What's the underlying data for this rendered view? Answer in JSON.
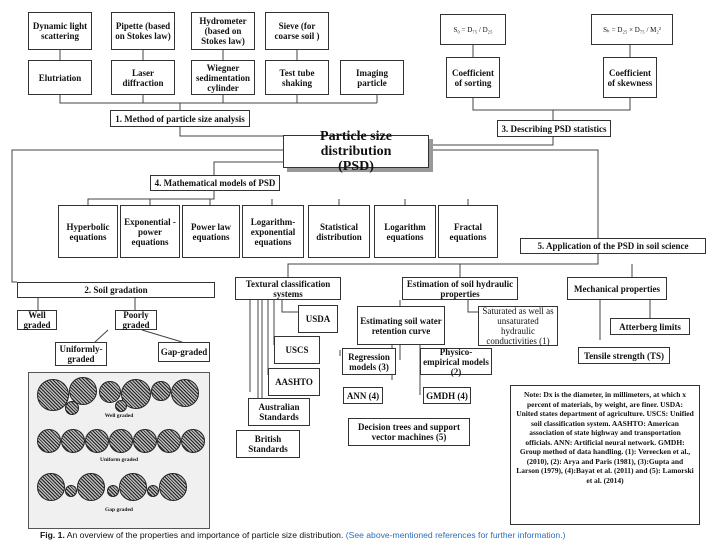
{
  "title": "Particle size distribution\n(PSD)",
  "methods": {
    "header": "1. Method of particle size analysis",
    "top_labels": [
      "Dynamic light scattering",
      "Pipette (based on Stokes law)",
      "Hydrometer (based on Stokes law)",
      "Sieve (for coarse soil )"
    ],
    "items": [
      "Elutriation",
      "Laser diffraction",
      "Wiegner sedimentation cylinder",
      "Test tube shaking",
      "Imaging particle"
    ]
  },
  "stats": {
    "header": "3. Describing PSD statistics",
    "sorting_formula": "S₀ = D₇₅ / D₂₅",
    "skewness_formula": "Sₖ = D₂₅ × D₇₅ / M₂²",
    "sorting_label": "Coefficient of sorting",
    "skewness_label": "Coefficient of skewness"
  },
  "models": {
    "header": "4. Mathematical models of PSD",
    "items": [
      "Hyperbolic equations",
      "Exponential -power equations",
      "Power law equations",
      "Logarithm-exponential equations",
      "Statistical distribution",
      "Logarithm equations",
      "Fractal equations"
    ]
  },
  "gradation": {
    "header": "2. Soil gradation",
    "well": "Well graded",
    "poorly": "Poorly graded",
    "uniform": "Uniformly-graded",
    "gap": "Gap-graded",
    "img_labels": [
      "Well graded",
      "Uniform graded",
      "Gap graded"
    ]
  },
  "application": {
    "header": "5. Application of the PSD in soil science",
    "textural": "Textural classification systems",
    "textural_items": [
      "USDA",
      "USCS",
      "AASHTO",
      "Australian Standards",
      "British Standards"
    ],
    "hydraulic": "Estimation of soil hydraulic properties",
    "saturated": "Saturated as well as unsaturated hydraulic conductivities (1)",
    "retention": "Estimating soil water retention curve",
    "retention_items": [
      "Regression models (3)",
      "Physico-empirical models (2)",
      "ANN (4)",
      "GMDH (4)",
      "Decision trees and support vector machines (5)"
    ],
    "mechanical": "Mechanical properties",
    "atterberg": "Atterberg limits",
    "tensile": "Tensile strength (TS)"
  },
  "note": "Note: Dx is the diameter, in millimeters, at which x percent of materials, by weight, are finer. USDA: United states department of agriculture. USCS: Unified soil classification system. AASHTO: American association of state highway and transportation officials. ANN: Artificial neural network. GMDH: Group method of data handling. (1): Vereecken et al., (2010), (2): Arya and Paris (1981), (3):Gupta and Larson (1979), (4):Bayat et al. (2011) and (5): Lamorski et al. (2014)",
  "caption": {
    "label": "Fig. 1.",
    "text": "An overview of the properties and importance of particle size distribution.",
    "link": "(See above-mentioned references for further information.)"
  }
}
